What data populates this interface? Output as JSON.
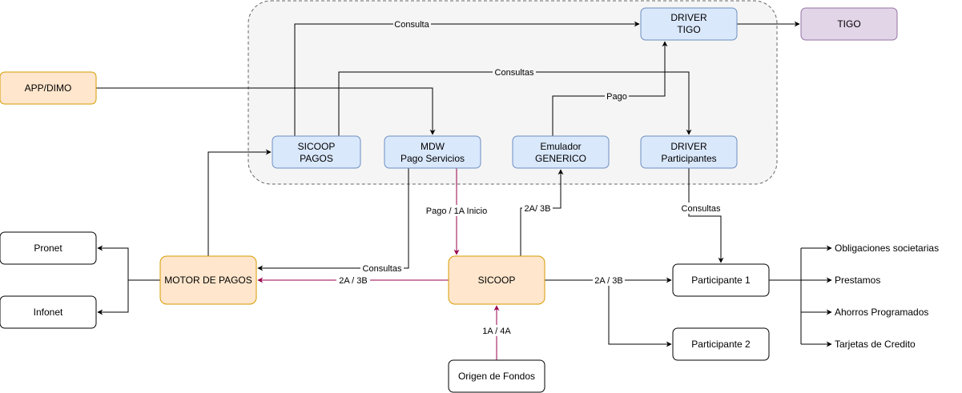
{
  "colors": {
    "group_fill": "#f5f5f5",
    "group_stroke": "#666666",
    "blue_fill": "#dae8fc",
    "blue_stroke": "#6c8ebf",
    "orange_fill": "#ffe6cc",
    "orange_stroke": "#d79b00",
    "purple_fill": "#e1d5e7",
    "purple_stroke": "#9673a6",
    "white_fill": "#ffffff",
    "black_stroke": "#000000",
    "crimson_edge": "#99004d"
  },
  "nodes": {
    "driver_tigo": [
      "DRIVER",
      "TIGO"
    ],
    "tigo": [
      "TIGO"
    ],
    "app_dimo": [
      "APP/DIMO"
    ],
    "sicoop_pagos": [
      "SICOOP",
      "PAGOS"
    ],
    "mdw": [
      "MDW",
      "Pago Servicios"
    ],
    "emulador": [
      "Emulador",
      "GENERICO"
    ],
    "driver_participantes": [
      "DRIVER",
      "Participantes"
    ],
    "pronet": [
      "Pronet"
    ],
    "infonet": [
      "Infonet"
    ],
    "motor_pagos": [
      "MOTOR DE PAGOS"
    ],
    "sicoop": [
      "SICOOP"
    ],
    "participante_1": [
      "Participante 1"
    ],
    "participante_2": [
      "Participante 2"
    ],
    "origen_fondos": [
      "Origen de Fondos"
    ]
  },
  "edge_labels": {
    "consulta": "Consulta",
    "consultas_top": "Consultas",
    "pago": "Pago",
    "pago_1a_inicio": "Pago / 1A Inicio",
    "sicoop_emulador": "2A/ 3B",
    "driver_participante": "Consultas",
    "mdw_motor": "Consultas",
    "sicoop_motor": "2A / 3B",
    "sicoop_participantes": "2A / 3B",
    "origen_sicoop": "1A / 4A"
  },
  "outputs": [
    "Obligaciones societarias",
    "Prestamos",
    "Ahorros Programados",
    "Tarjetas de Credito"
  ]
}
